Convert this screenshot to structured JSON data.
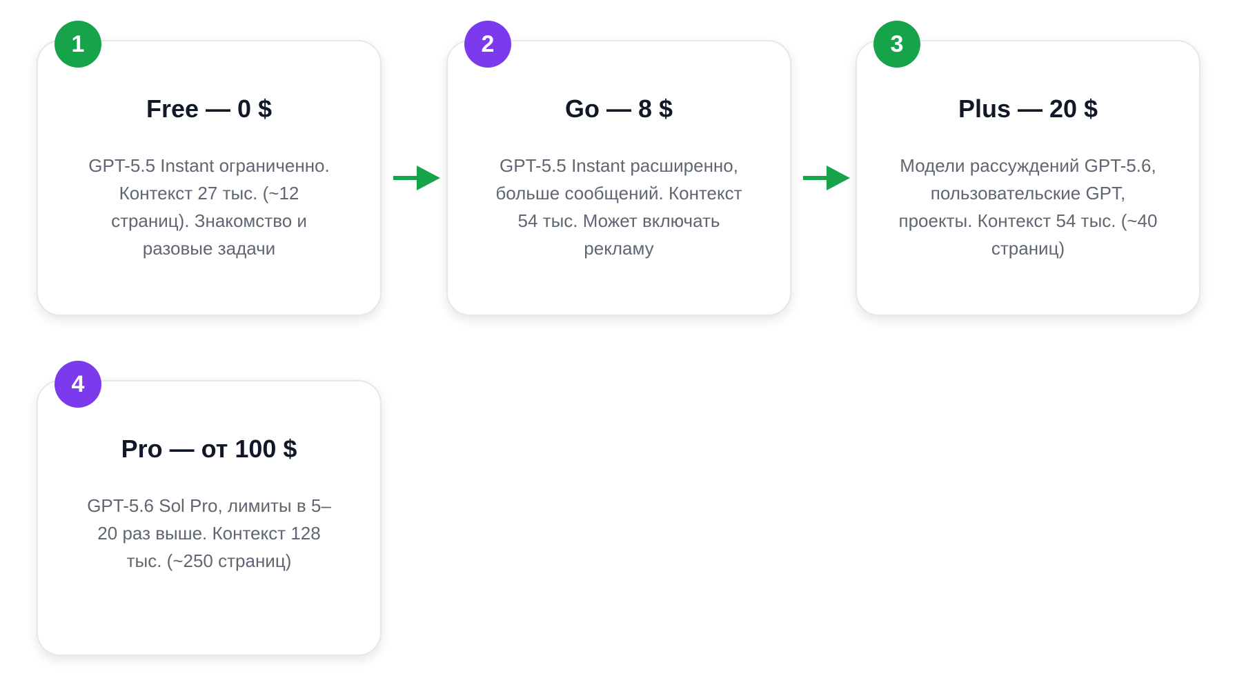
{
  "colors": {
    "green": "#16a34a",
    "purple": "#7c3aed",
    "arrow": "#16a34a"
  },
  "cards": [
    {
      "number": "1",
      "title": "Free — 0 $",
      "description": "GPT-5.5 Instant ограниченно. Контекст 27 тыс. (~12 страниц). Знакомство и разовые задачи",
      "badge_color": "green"
    },
    {
      "number": "2",
      "title": "Go — 8 $",
      "description": "GPT-5.5 Instant расширенно, больше сообщений. Контекст 54 тыс. Может включать рекламу",
      "badge_color": "purple"
    },
    {
      "number": "3",
      "title": "Plus — 20 $",
      "description": "Модели рассуждений GPT-5.6, пользовательские GPT, проекты. Контекст 54 тыс. (~40 страниц)",
      "badge_color": "green"
    },
    {
      "number": "4",
      "title": "Pro — от 100 $",
      "description": "GPT-5.6 Sol Pro, лимиты в 5–20 раз выше. Контекст 128 тыс. (~250 страниц)",
      "badge_color": "purple"
    }
  ],
  "arrows": [
    {
      "from": "1",
      "to": "2",
      "icon": "arrow-right-icon"
    },
    {
      "from": "2",
      "to": "3",
      "icon": "arrow-right-icon"
    }
  ]
}
